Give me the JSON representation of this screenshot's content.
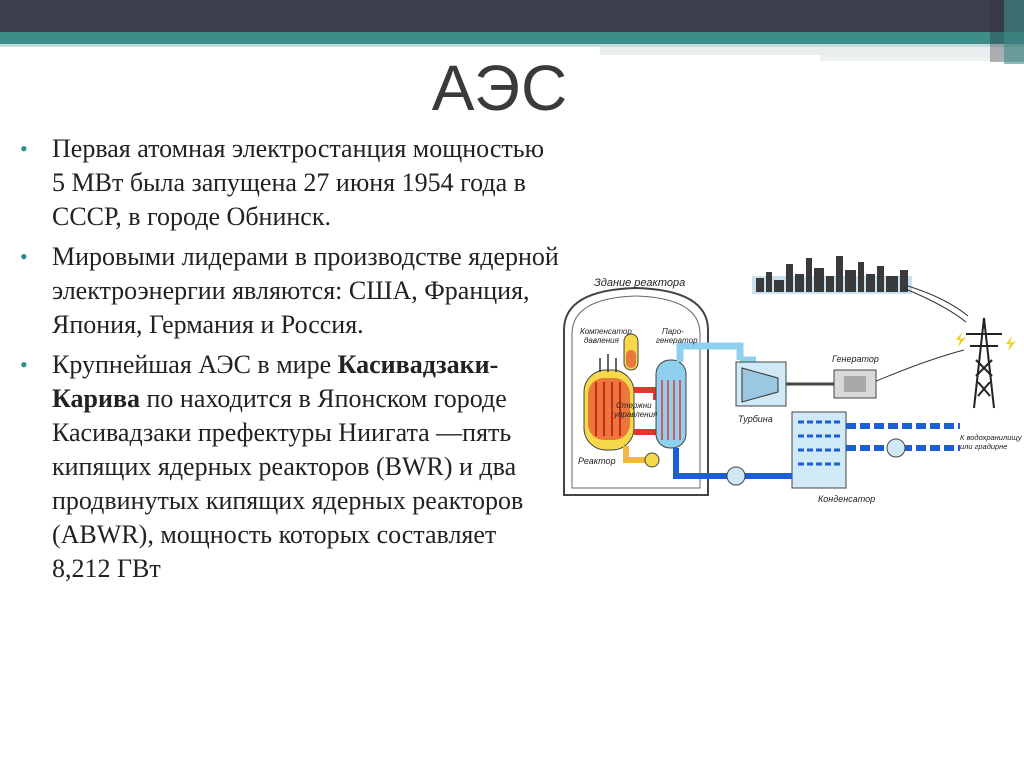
{
  "slide": {
    "title": "АЭС",
    "bullets": [
      {
        "text": "Первая атомная электростанция мощностью 5 МВт была запущена 27 июня 1954 года в СССР, в городе Обнинск."
      },
      {
        "text": "Мировыми лидерами в производстве ядерной электроэнергии являются: США, Франция, Япония, Германия и Россия."
      },
      {
        "text_before": "Крупнейшая АЭС в мире ",
        "text_bold": "Касивадзаки-Карива",
        "text_after": " по находится в Японском городе Касивадзаки префектуры Ниигата —пять кипящих ядерных реакторов (BWR) и два продвинутых кипящих ядерных реакторов (ABWR), мощность которых составляет 8,212 ГВт"
      }
    ]
  },
  "diagram": {
    "labels": {
      "reactor_building": "Здание реактора",
      "pressurizer_1": "Компенсатор",
      "pressurizer_2": "давления",
      "steam_gen_1": "Паро-",
      "steam_gen_2": "генератор",
      "rods_1": "Стержни",
      "rods_2": "управления",
      "reactor": "Реактор",
      "turbine": "Турбина",
      "generator": "Генератор",
      "condenser": "Конденсатор",
      "reservoir_1": "К водохранилищу",
      "reservoir_2": "или градирне"
    }
  },
  "colors": {
    "band_dark": "#3c3f4c",
    "band_teal": "#3d8d89",
    "bullet": "#2c8d8a",
    "primary_loop": "#e8322b",
    "steam_loop": "#7fc8e8",
    "water_loop": "#1a5fd6"
  }
}
